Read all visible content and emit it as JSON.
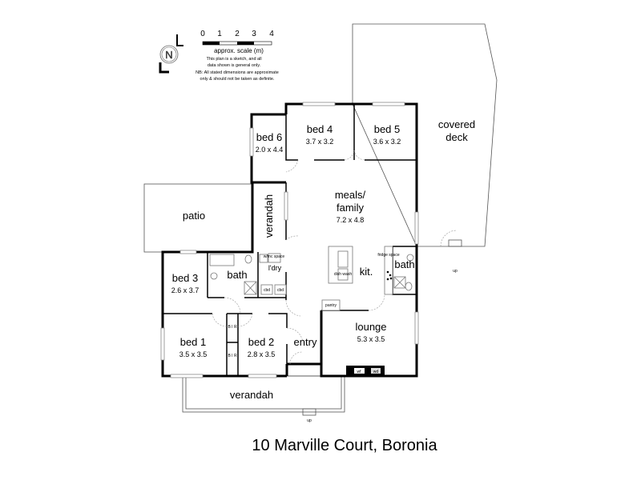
{
  "title": "10 Marville Court, Boronia",
  "scale": {
    "ticks": [
      "0",
      "1",
      "2",
      "3",
      "4"
    ],
    "label": "approx. scale (m)"
  },
  "compass": {
    "letter": "N"
  },
  "disclaimer": {
    "line1": "This plan is a sketch, and all",
    "line2": "data shown is general only.",
    "line3": "NB: All stated dimensions are approximate",
    "line4": "only & should not be taken as definite."
  },
  "rooms": {
    "bed4": {
      "name": "bed 4",
      "dims": "3.7 x 3.2"
    },
    "bed5": {
      "name": "bed 5",
      "dims": "3.6 x 3.2"
    },
    "bed6": {
      "name": "bed 6",
      "dims": "2.0 x 4.4"
    },
    "covered_deck": {
      "line1": "covered",
      "line2": "deck"
    },
    "meals": {
      "line1": "meals/",
      "line2": "family",
      "dims": "7.2 x 4.8"
    },
    "patio": {
      "name": "patio"
    },
    "verandah_side": {
      "name": "verandah"
    },
    "bed3": {
      "name": "bed 3",
      "dims": "2.6 x 3.7"
    },
    "bath1": {
      "name": "bath"
    },
    "bath2": {
      "name": "bath"
    },
    "laundry": {
      "name": "l'dry"
    },
    "kitchen": {
      "name": "kit."
    },
    "lounge": {
      "name": "lounge",
      "dims": "5.3 x 3.5"
    },
    "bed1": {
      "name": "bed 1",
      "dims": "3.5 x 3.5"
    },
    "bed2": {
      "name": "bed 2",
      "dims": "2.8 x 3.5"
    },
    "entry": {
      "name": "entry"
    },
    "verandah_front": {
      "name": "verandah"
    }
  },
  "fixtures": {
    "cbd1": "cbd",
    "cbd2": "cbd",
    "pantry": "pantry",
    "wm_space": "w/mc space",
    "fridge_space": "fridge space",
    "dish_wash": "dish wash",
    "bir1": "B I R",
    "bir2": "B I R",
    "wf": "wf",
    "wd": "wd",
    "up1": "up",
    "up2": "up"
  }
}
